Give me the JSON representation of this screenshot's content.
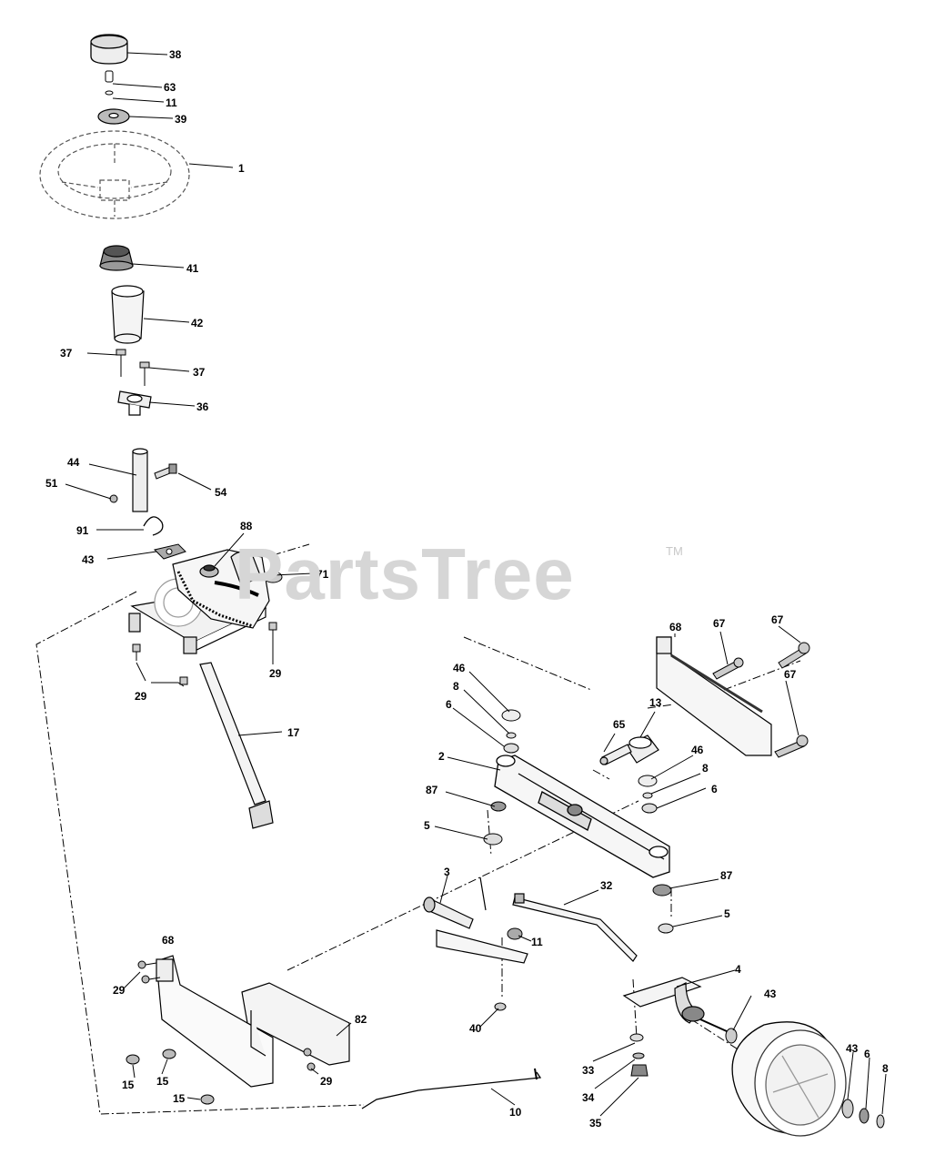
{
  "watermark": {
    "text": "PartsTree",
    "tm": "TM"
  },
  "callouts": [
    {
      "id": "c38",
      "label": "38"
    },
    {
      "id": "c63",
      "label": "63"
    },
    {
      "id": "c11a",
      "label": "11"
    },
    {
      "id": "c39",
      "label": "39"
    },
    {
      "id": "c1",
      "label": "1"
    },
    {
      "id": "c41",
      "label": "41"
    },
    {
      "id": "c42",
      "label": "42"
    },
    {
      "id": "c37a",
      "label": "37"
    },
    {
      "id": "c37b",
      "label": "37"
    },
    {
      "id": "c36",
      "label": "36"
    },
    {
      "id": "c44",
      "label": "44"
    },
    {
      "id": "c51",
      "label": "51"
    },
    {
      "id": "c54",
      "label": "54"
    },
    {
      "id": "c91",
      "label": "91"
    },
    {
      "id": "c88",
      "label": "88"
    },
    {
      "id": "c43a",
      "label": "43"
    },
    {
      "id": "c71",
      "label": "71"
    },
    {
      "id": "c29a",
      "label": "29"
    },
    {
      "id": "c29b",
      "label": "29"
    },
    {
      "id": "c17",
      "label": "17"
    },
    {
      "id": "c68a",
      "label": "68"
    },
    {
      "id": "c67a",
      "label": "67"
    },
    {
      "id": "c67b",
      "label": "67"
    },
    {
      "id": "c67c",
      "label": "67"
    },
    {
      "id": "c46a",
      "label": "46"
    },
    {
      "id": "c8a",
      "label": "8"
    },
    {
      "id": "c6a",
      "label": "6"
    },
    {
      "id": "c13",
      "label": "13"
    },
    {
      "id": "c65",
      "label": "65"
    },
    {
      "id": "c2",
      "label": "2"
    },
    {
      "id": "c46b",
      "label": "46"
    },
    {
      "id": "c8b",
      "label": "8"
    },
    {
      "id": "c6b",
      "label": "6"
    },
    {
      "id": "c87a",
      "label": "87"
    },
    {
      "id": "c5a",
      "label": "5"
    },
    {
      "id": "c87b",
      "label": "87"
    },
    {
      "id": "c3",
      "label": "3"
    },
    {
      "id": "c32",
      "label": "32"
    },
    {
      "id": "c11b",
      "label": "11"
    },
    {
      "id": "c5b",
      "label": "5"
    },
    {
      "id": "c4",
      "label": "4"
    },
    {
      "id": "c68b",
      "label": "68"
    },
    {
      "id": "c29c",
      "label": "29"
    },
    {
      "id": "c82",
      "label": "82"
    },
    {
      "id": "c40",
      "label": "40"
    },
    {
      "id": "c43b",
      "label": "43"
    },
    {
      "id": "c15a",
      "label": "15"
    },
    {
      "id": "c15b",
      "label": "15"
    },
    {
      "id": "c29d",
      "label": "29"
    },
    {
      "id": "c33",
      "label": "33"
    },
    {
      "id": "c43c",
      "label": "43"
    },
    {
      "id": "c6c",
      "label": "6"
    },
    {
      "id": "c8c",
      "label": "8"
    },
    {
      "id": "c34",
      "label": "34"
    },
    {
      "id": "c15c",
      "label": "15"
    },
    {
      "id": "c10",
      "label": "10"
    },
    {
      "id": "c35",
      "label": "35"
    }
  ]
}
